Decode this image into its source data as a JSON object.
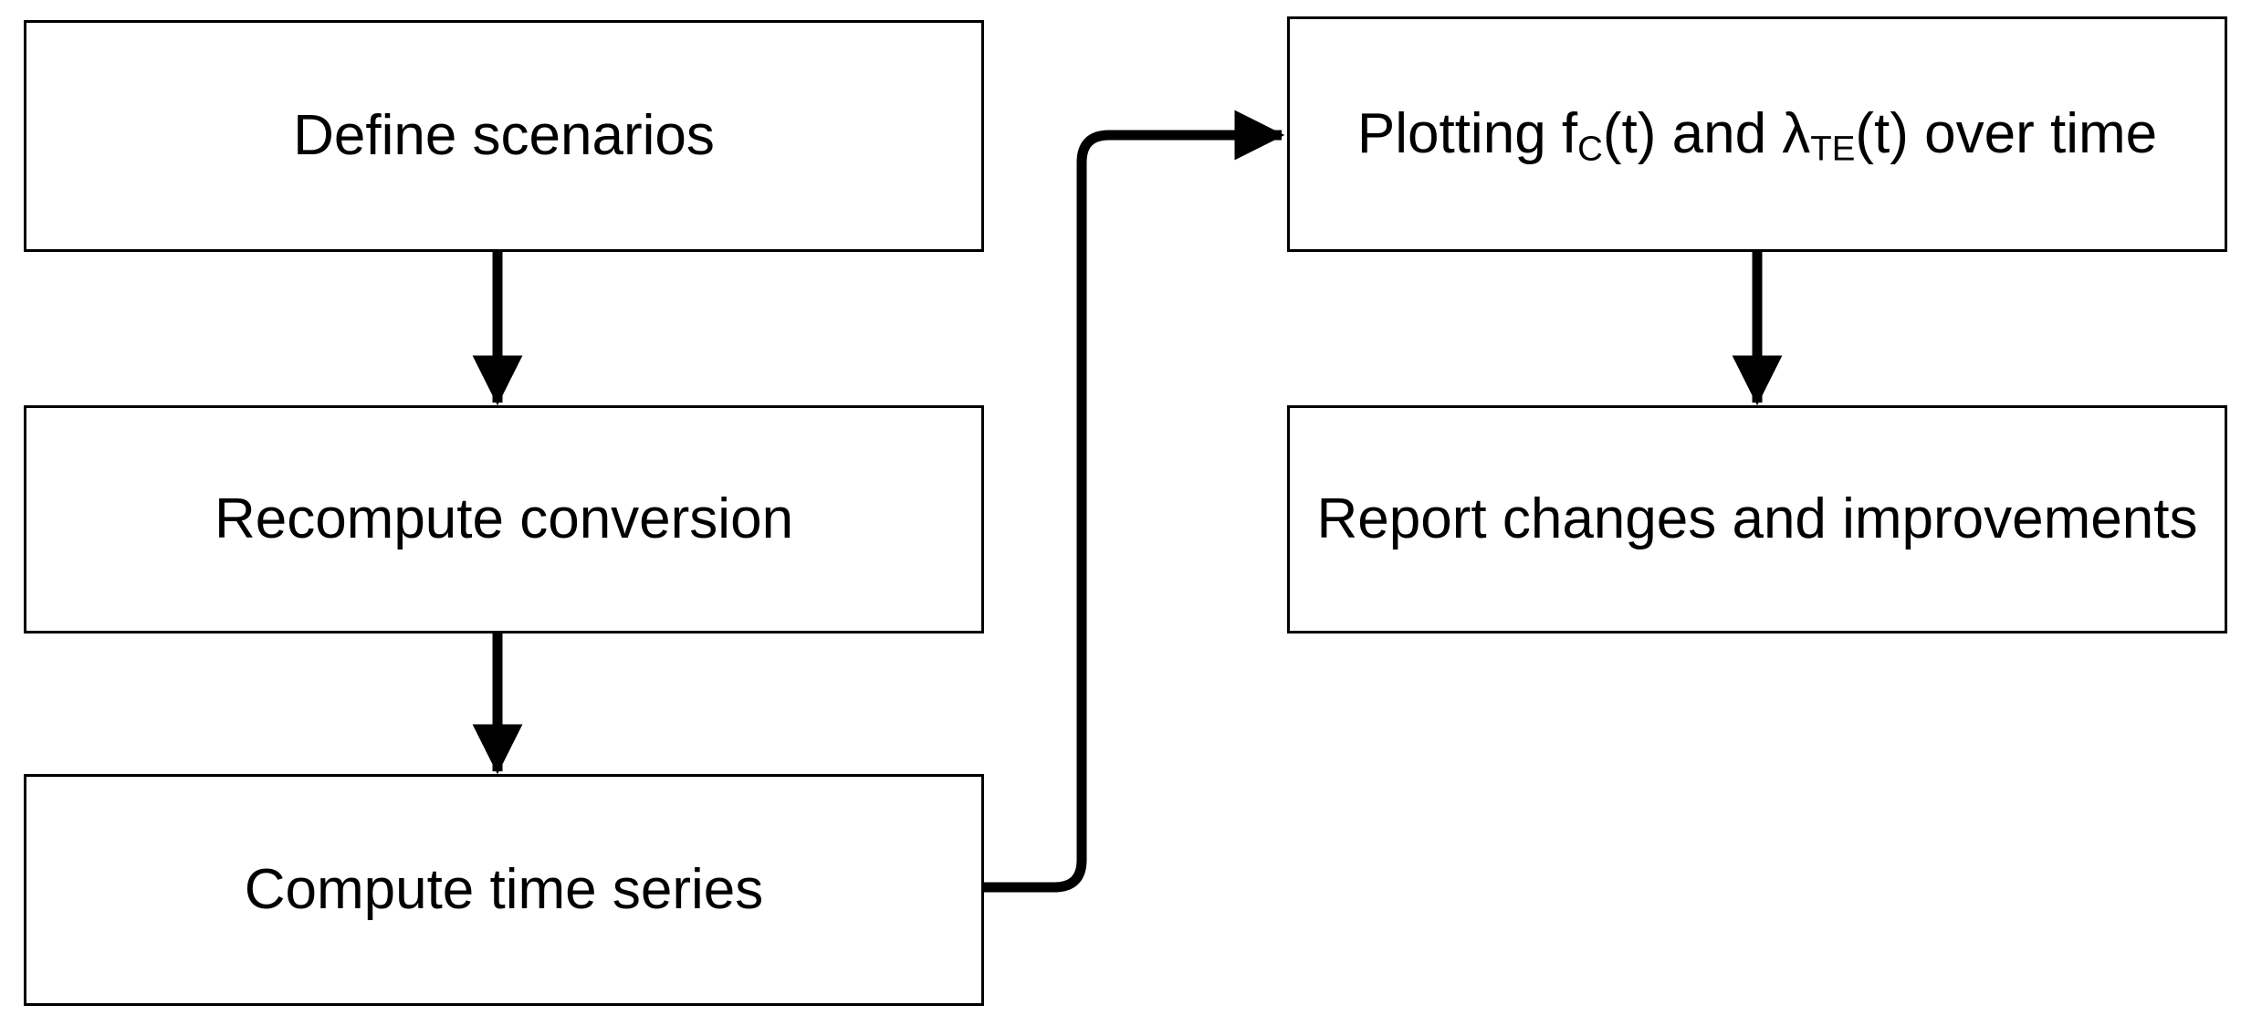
{
  "diagram": {
    "type": "flowchart",
    "title": "",
    "background_color": "#ffffff",
    "stroke_color": "#000000",
    "fill_color": "#ffffff",
    "nodes": [
      {
        "id": "define-scenarios",
        "label": "Define scenarios",
        "shape": "rectangle",
        "column": "left",
        "order": 1
      },
      {
        "id": "recompute-conversion",
        "label": "Recompute conversion",
        "shape": "rectangle",
        "column": "left",
        "order": 2
      },
      {
        "id": "compute-time-series",
        "label": "Compute time series",
        "shape": "rectangle",
        "column": "left",
        "order": 3
      },
      {
        "id": "plotting-functions",
        "label_parts": {
          "pre": "Plotting f",
          "sub1": "C",
          "mid": "(t) and λ",
          "sub2": "TE",
          "post": "(t) over time"
        },
        "label": "Plotting fC(t) and λTE(t) over time",
        "shape": "rectangle",
        "column": "right",
        "order": 1
      },
      {
        "id": "report-changes",
        "label": "Report changes and improvements",
        "shape": "rectangle",
        "column": "right",
        "order": 2
      }
    ],
    "edges": [
      {
        "id": "edge-define-to-recompute",
        "from": "define-scenarios",
        "to": "recompute-conversion",
        "style": "straight-vertical",
        "arrowhead": "filled-triangle"
      },
      {
        "id": "edge-recompute-to-compute",
        "from": "recompute-conversion",
        "to": "compute-time-series",
        "style": "straight-vertical",
        "arrowhead": "filled-triangle"
      },
      {
        "id": "edge-compute-to-plotting",
        "from": "compute-time-series",
        "to": "plotting-functions",
        "style": "orthogonal-rounded",
        "arrowhead": "filled-triangle"
      },
      {
        "id": "edge-plotting-to-report",
        "from": "plotting-functions",
        "to": "report-changes",
        "style": "straight-vertical",
        "arrowhead": "filled-triangle"
      }
    ]
  }
}
